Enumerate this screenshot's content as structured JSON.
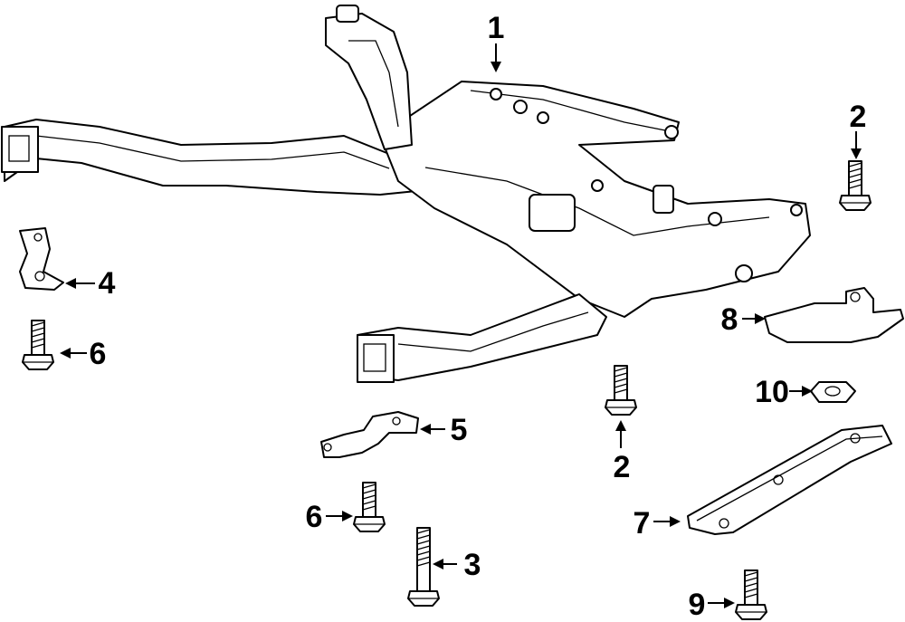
{
  "callouts": [
    {
      "id": "c1",
      "text": "1"
    },
    {
      "id": "c2a",
      "text": "2"
    },
    {
      "id": "c2b",
      "text": "2"
    },
    {
      "id": "c3",
      "text": "3"
    },
    {
      "id": "c4",
      "text": "4"
    },
    {
      "id": "c5",
      "text": "5"
    },
    {
      "id": "c6a",
      "text": "6"
    },
    {
      "id": "c6b",
      "text": "6"
    },
    {
      "id": "c7",
      "text": "7"
    },
    {
      "id": "c8",
      "text": "8"
    },
    {
      "id": "c9",
      "text": "9"
    },
    {
      "id": "c10",
      "text": "10"
    }
  ]
}
